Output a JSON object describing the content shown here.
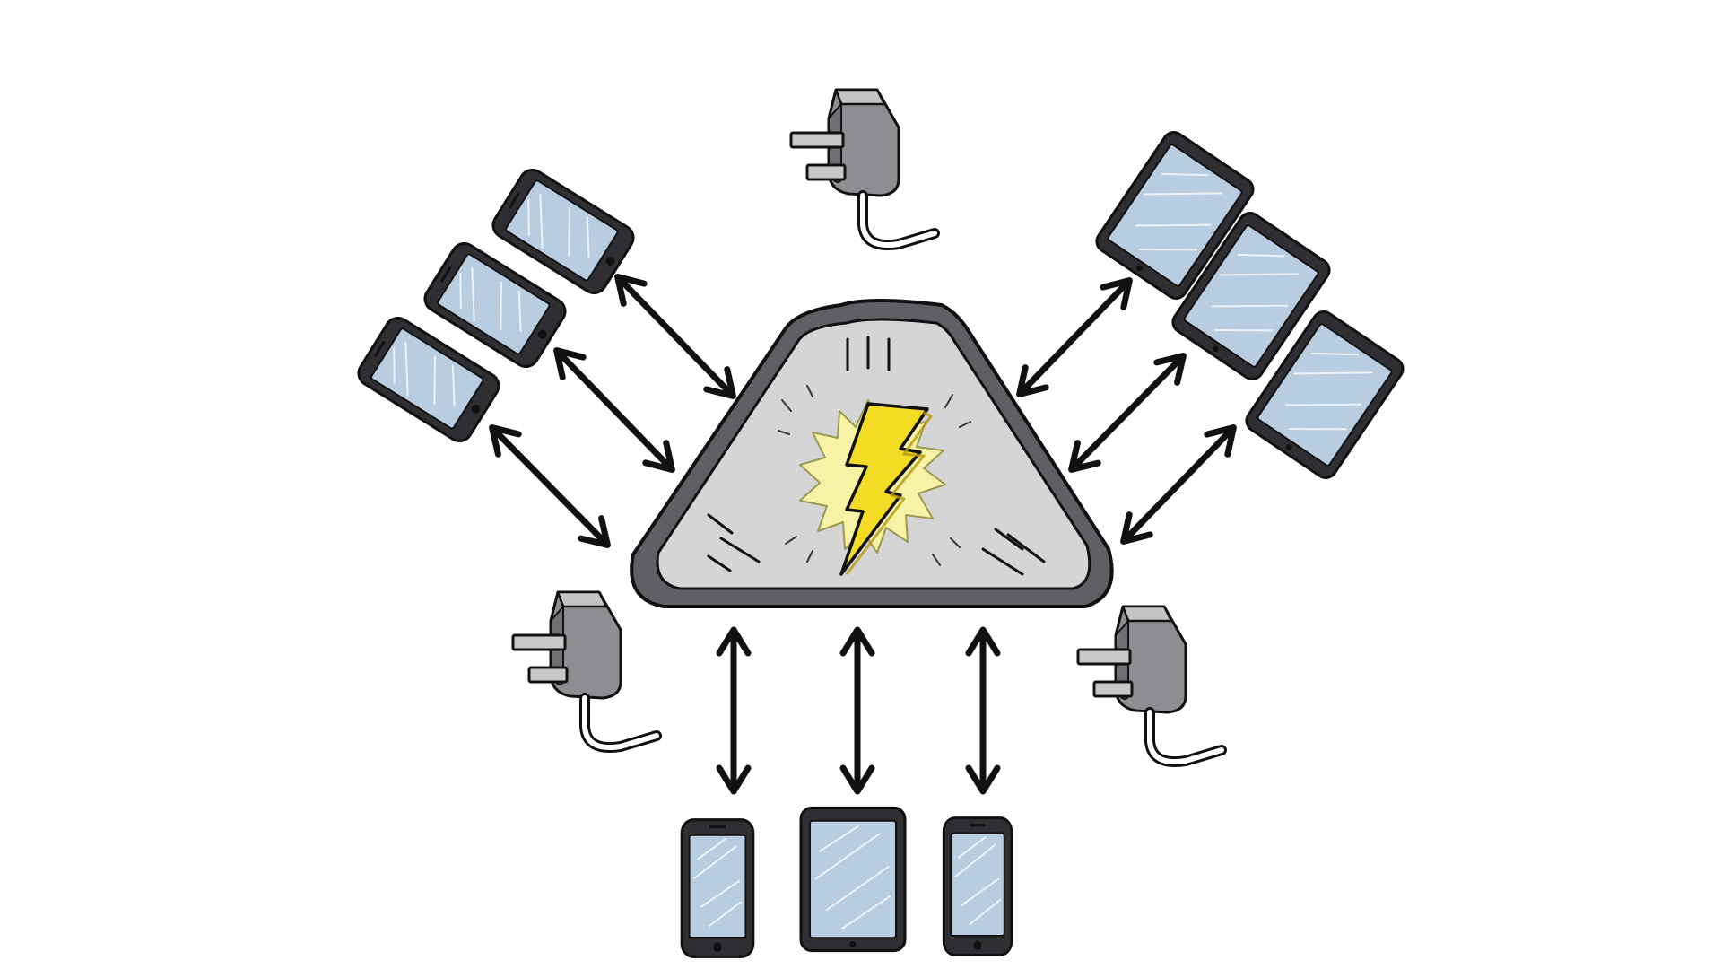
{
  "diagram": {
    "hub": {
      "icon": "lightning-bolt-icon",
      "fill": "#d5d5d5",
      "outline": "#5f5f66",
      "bolt": "#f3dc23",
      "burst": "#f6f2a6"
    },
    "nodes": [
      {
        "kind": "plug",
        "icon": "plug-icon",
        "slot": "top"
      },
      {
        "kind": "plug",
        "icon": "plug-icon",
        "slot": "bottom-left"
      },
      {
        "kind": "plug",
        "icon": "plug-icon",
        "slot": "bottom-right"
      },
      {
        "kind": "phone",
        "icon": "smartphone-icon",
        "slot": "left-1"
      },
      {
        "kind": "phone",
        "icon": "smartphone-icon",
        "slot": "left-2"
      },
      {
        "kind": "phone",
        "icon": "smartphone-icon",
        "slot": "left-3"
      },
      {
        "kind": "tablet",
        "icon": "tablet-icon",
        "slot": "right-1"
      },
      {
        "kind": "tablet",
        "icon": "tablet-icon",
        "slot": "right-2"
      },
      {
        "kind": "tablet",
        "icon": "tablet-icon",
        "slot": "right-3"
      },
      {
        "kind": "phone",
        "icon": "smartphone-icon",
        "slot": "bottom-1"
      },
      {
        "kind": "tablet",
        "icon": "tablet-icon",
        "slot": "bottom-2"
      },
      {
        "kind": "phone",
        "icon": "smartphone-icon",
        "slot": "bottom-3"
      }
    ],
    "connections": [
      {
        "from": "hub",
        "to": "left-1",
        "arrow": "double"
      },
      {
        "from": "hub",
        "to": "left-2",
        "arrow": "double"
      },
      {
        "from": "hub",
        "to": "left-3",
        "arrow": "double"
      },
      {
        "from": "hub",
        "to": "right-1",
        "arrow": "double"
      },
      {
        "from": "hub",
        "to": "right-2",
        "arrow": "double"
      },
      {
        "from": "hub",
        "to": "right-3",
        "arrow": "double"
      },
      {
        "from": "hub",
        "to": "bottom-1",
        "arrow": "double"
      },
      {
        "from": "hub",
        "to": "bottom-2",
        "arrow": "double"
      },
      {
        "from": "hub",
        "to": "bottom-3",
        "arrow": "double"
      }
    ],
    "colors": {
      "device_body": "#2f2f33",
      "screen": "#b9cde0",
      "plug_body": "#8e8e92",
      "plug_light": "#c4c4c7",
      "arrow": "#111111"
    }
  }
}
